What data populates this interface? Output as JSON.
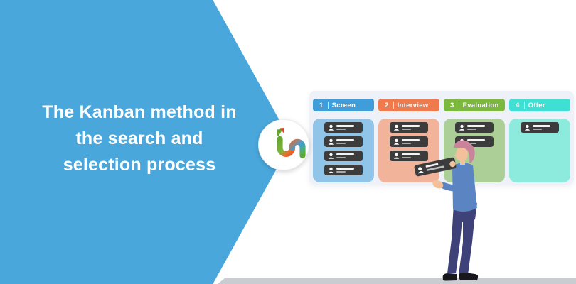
{
  "banner": {
    "title_lines": [
      "The Kanban method in",
      "the search and",
      "selection process"
    ],
    "background_color": "#4aa7dc",
    "text_color": "#ffffff"
  },
  "logo": {
    "glyph": "in",
    "shape": "white circular badge with multicolor in ligature",
    "colors": {
      "green": "#61a52f",
      "orange": "#ec6a2e",
      "blue": "#3b9fd8"
    }
  },
  "board": {
    "panel_color": "#eef2f8",
    "card_color": "#3c3c3c",
    "columns": [
      {
        "number": "1",
        "label": "Screen",
        "header_color": "#3f9ed9",
        "body_color": "#90c4e8",
        "card_count": 4
      },
      {
        "number": "2",
        "label": "Interview",
        "header_color": "#ee7a4e",
        "body_color": "#f2b39b",
        "card_count": 3
      },
      {
        "number": "3",
        "label": "Evaluation",
        "header_color": "#7cb83e",
        "body_color": "#accf97",
        "card_count": 2
      },
      {
        "number": "4",
        "label": "Offer",
        "header_color": "#3fe0d3",
        "body_color": "#8debde",
        "card_count": 1
      }
    ]
  },
  "illustration": {
    "held_card_count": 1,
    "ground_color": "#c9ccd1"
  }
}
